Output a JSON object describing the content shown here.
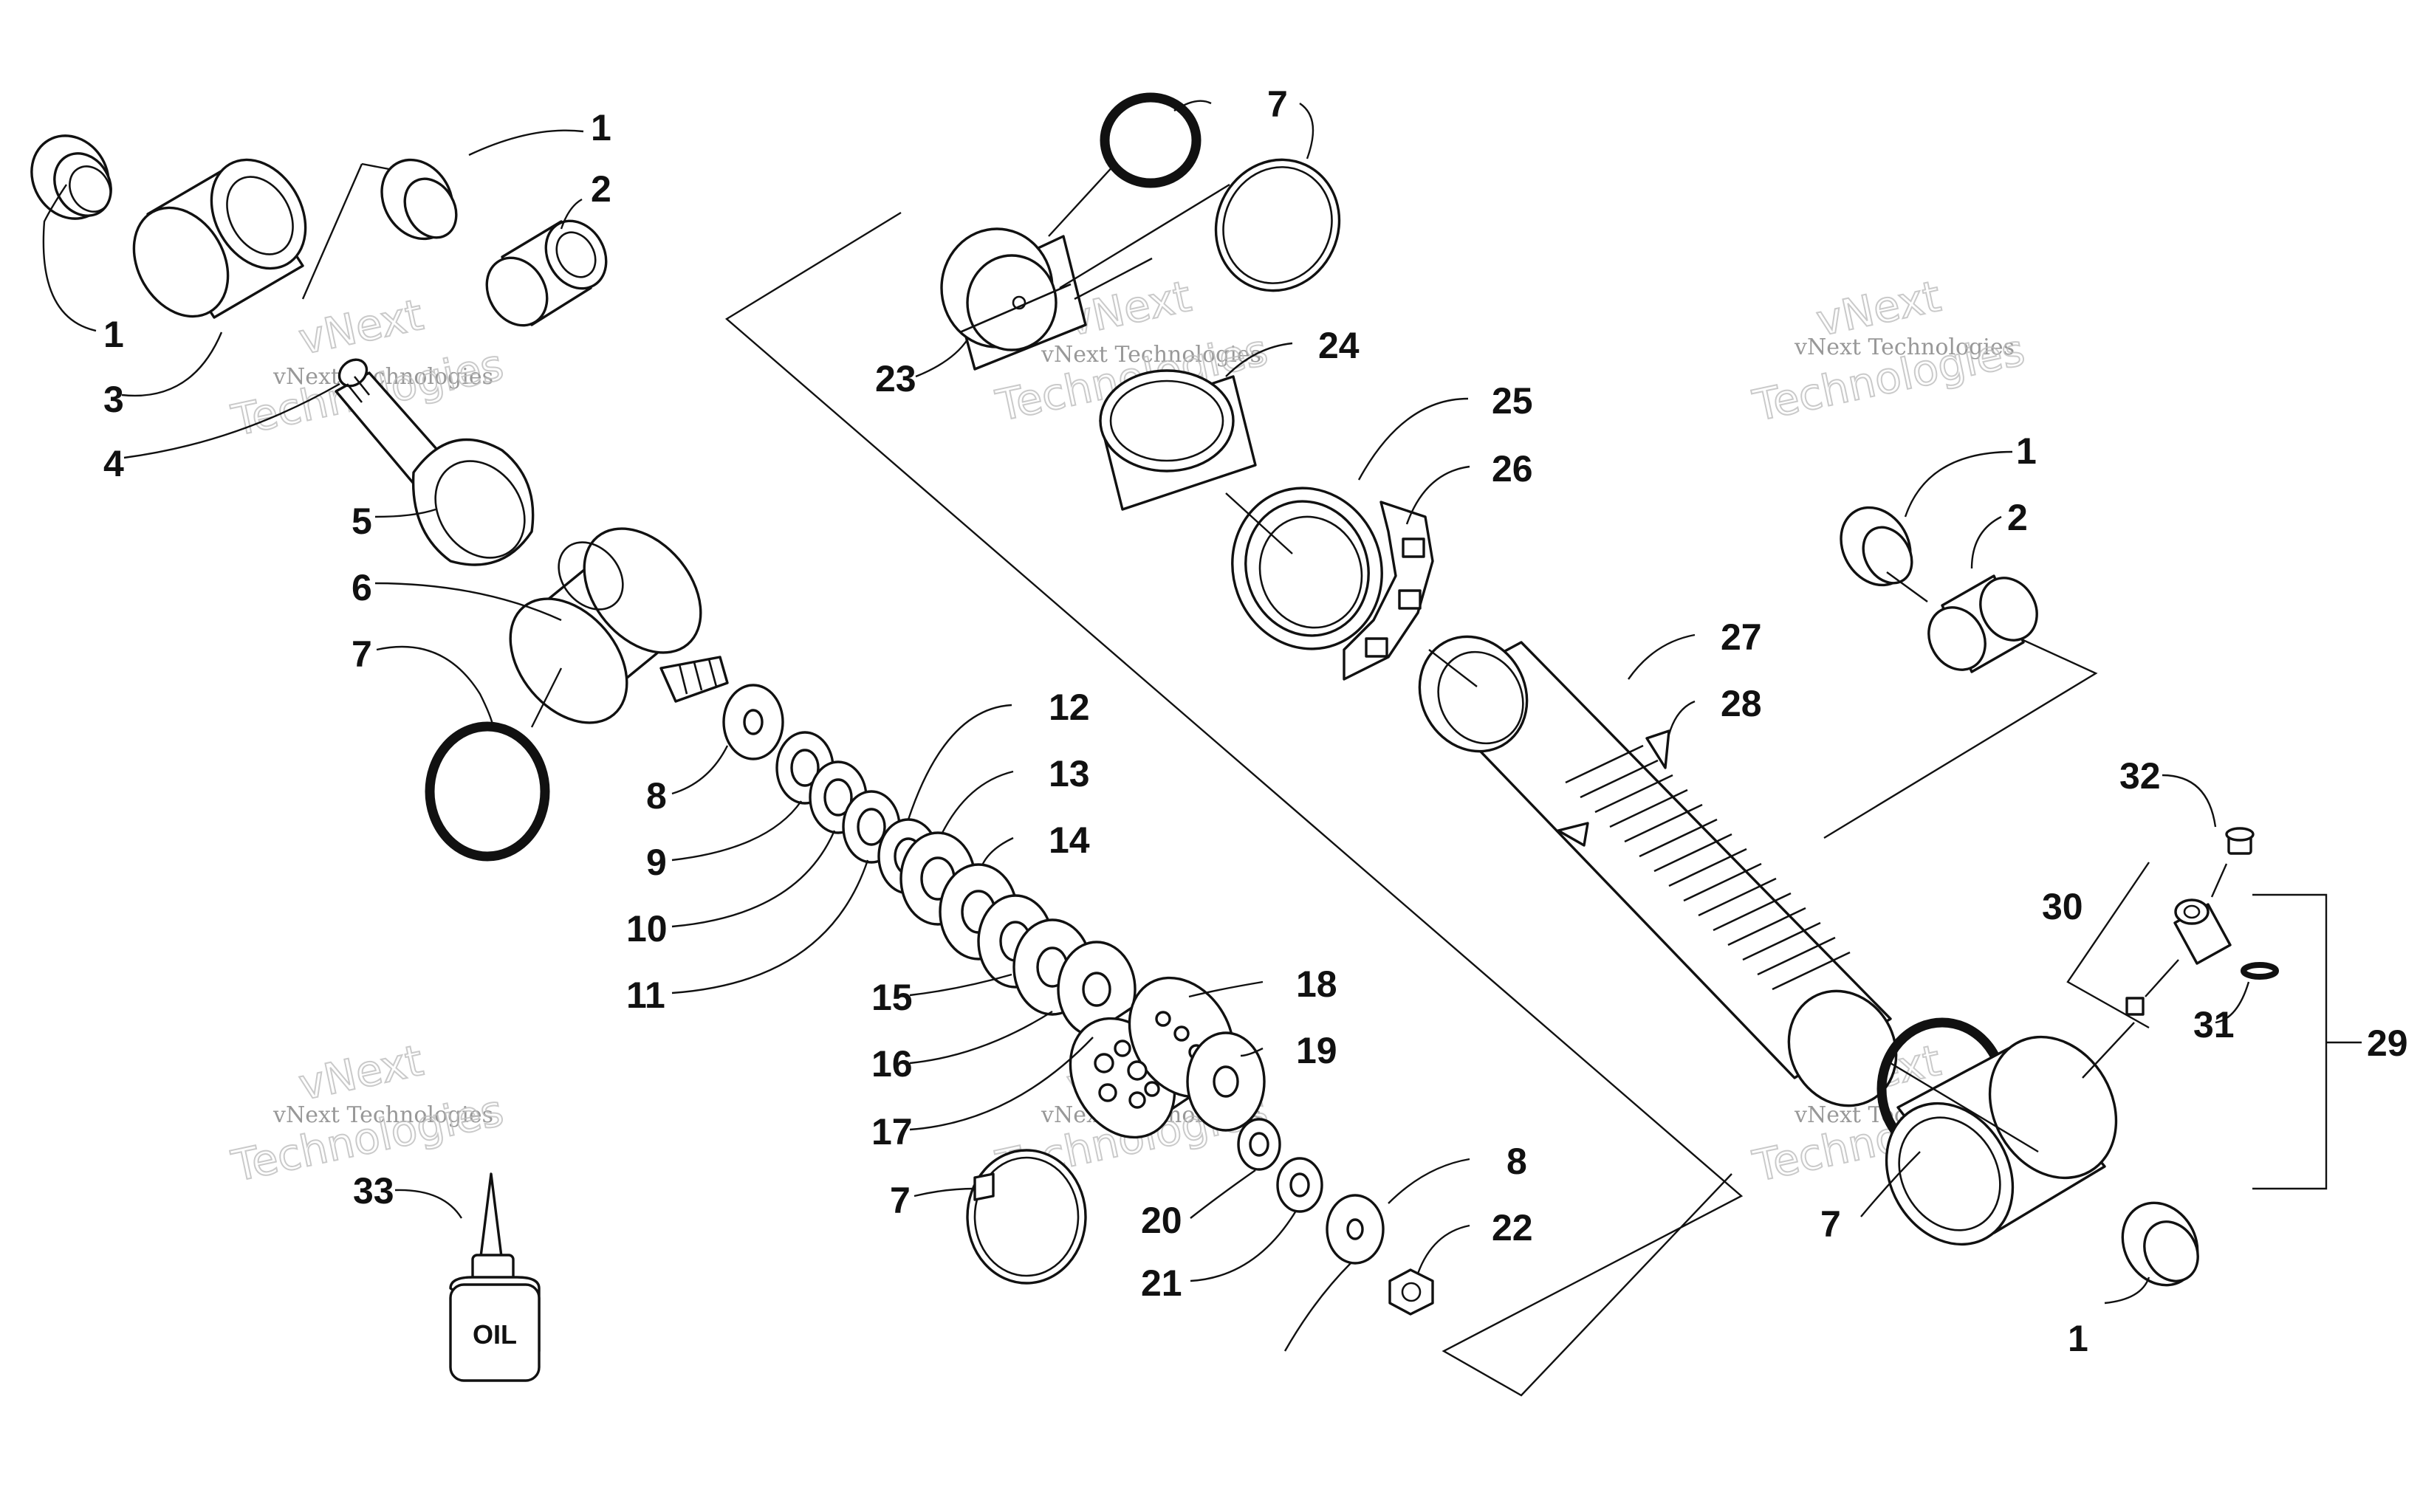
{
  "diagram": {
    "callouts": [
      {
        "id": "c1a",
        "text": "1"
      },
      {
        "id": "c1b",
        "text": "1"
      },
      {
        "id": "c1c",
        "text": "1"
      },
      {
        "id": "c1d",
        "text": "1"
      },
      {
        "id": "c2a",
        "text": "2"
      },
      {
        "id": "c2b",
        "text": "2"
      },
      {
        "id": "c3",
        "text": "3"
      },
      {
        "id": "c4",
        "text": "4"
      },
      {
        "id": "c5",
        "text": "5"
      },
      {
        "id": "c6",
        "text": "6"
      },
      {
        "id": "c7a",
        "text": "7"
      },
      {
        "id": "c7b",
        "text": "7"
      },
      {
        "id": "c7c",
        "text": "7"
      },
      {
        "id": "c7d",
        "text": "7"
      },
      {
        "id": "c8a",
        "text": "8"
      },
      {
        "id": "c8b",
        "text": "8"
      },
      {
        "id": "c9",
        "text": "9"
      },
      {
        "id": "c10",
        "text": "10"
      },
      {
        "id": "c11",
        "text": "11"
      },
      {
        "id": "c12",
        "text": "12"
      },
      {
        "id": "c13",
        "text": "13"
      },
      {
        "id": "c14",
        "text": "14"
      },
      {
        "id": "c15",
        "text": "15"
      },
      {
        "id": "c16",
        "text": "16"
      },
      {
        "id": "c17",
        "text": "17"
      },
      {
        "id": "c18",
        "text": "18"
      },
      {
        "id": "c19",
        "text": "19"
      },
      {
        "id": "c20",
        "text": "20"
      },
      {
        "id": "c21",
        "text": "21"
      },
      {
        "id": "c22",
        "text": "22"
      },
      {
        "id": "c23",
        "text": "23"
      },
      {
        "id": "c24",
        "text": "24"
      },
      {
        "id": "c25",
        "text": "25"
      },
      {
        "id": "c26",
        "text": "26"
      },
      {
        "id": "c27",
        "text": "27"
      },
      {
        "id": "c28",
        "text": "28"
      },
      {
        "id": "c29",
        "text": "29"
      },
      {
        "id": "c30",
        "text": "30"
      },
      {
        "id": "c31",
        "text": "31"
      },
      {
        "id": "c32",
        "text": "32"
      },
      {
        "id": "c33",
        "text": "33"
      }
    ],
    "oil_bottle_label": "OIL",
    "watermark": {
      "line1": "vNext Technologies",
      "big1": "vNext",
      "big2": "Technologies"
    }
  }
}
